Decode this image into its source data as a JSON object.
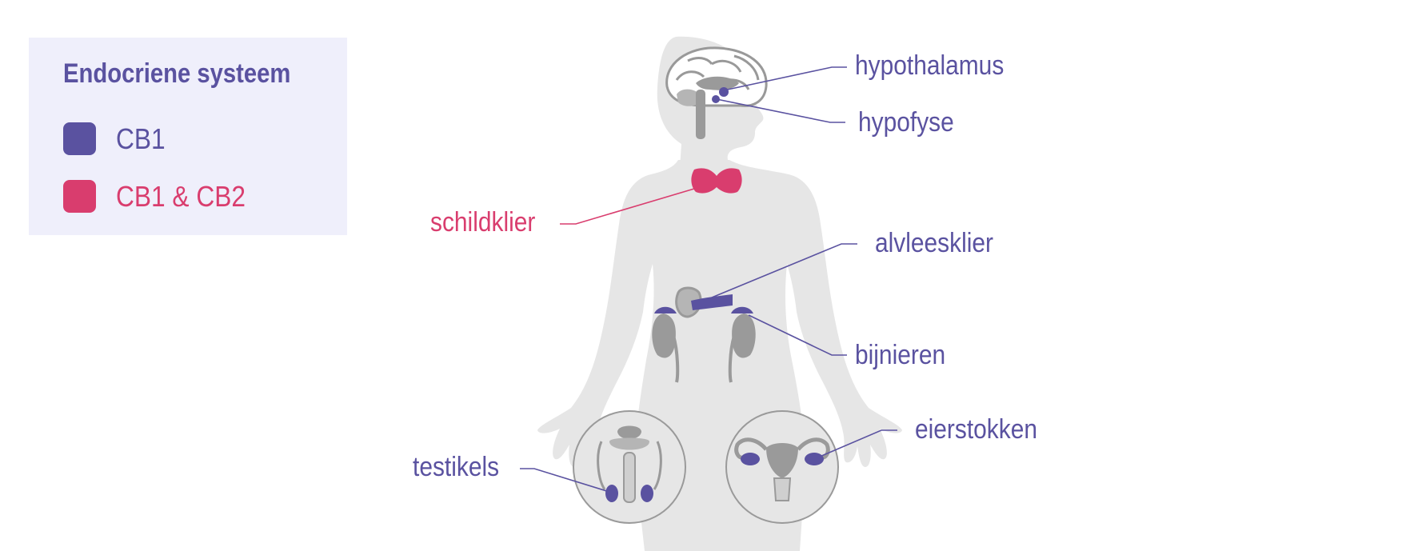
{
  "legend": {
    "title": "Endocriene systeem",
    "items": [
      {
        "label": "CB1",
        "color": "#5a52a0"
      },
      {
        "label": "CB1 & CB2",
        "color": "#d93d6e"
      }
    ]
  },
  "colors": {
    "cb1": "#5a52a0",
    "cb1_cb2": "#d93d6e",
    "body": "#e6e6e6",
    "organ_gray": "#9a9a9a"
  },
  "labels": {
    "hypothalamus": "hypothalamus",
    "hypofyse": "hypofyse",
    "schildklier": "schildklier",
    "alvleesklier": "alvleesklier",
    "bijnieren": "bijnieren",
    "eierstokken": "eierstokken",
    "testikels": "testikels"
  }
}
